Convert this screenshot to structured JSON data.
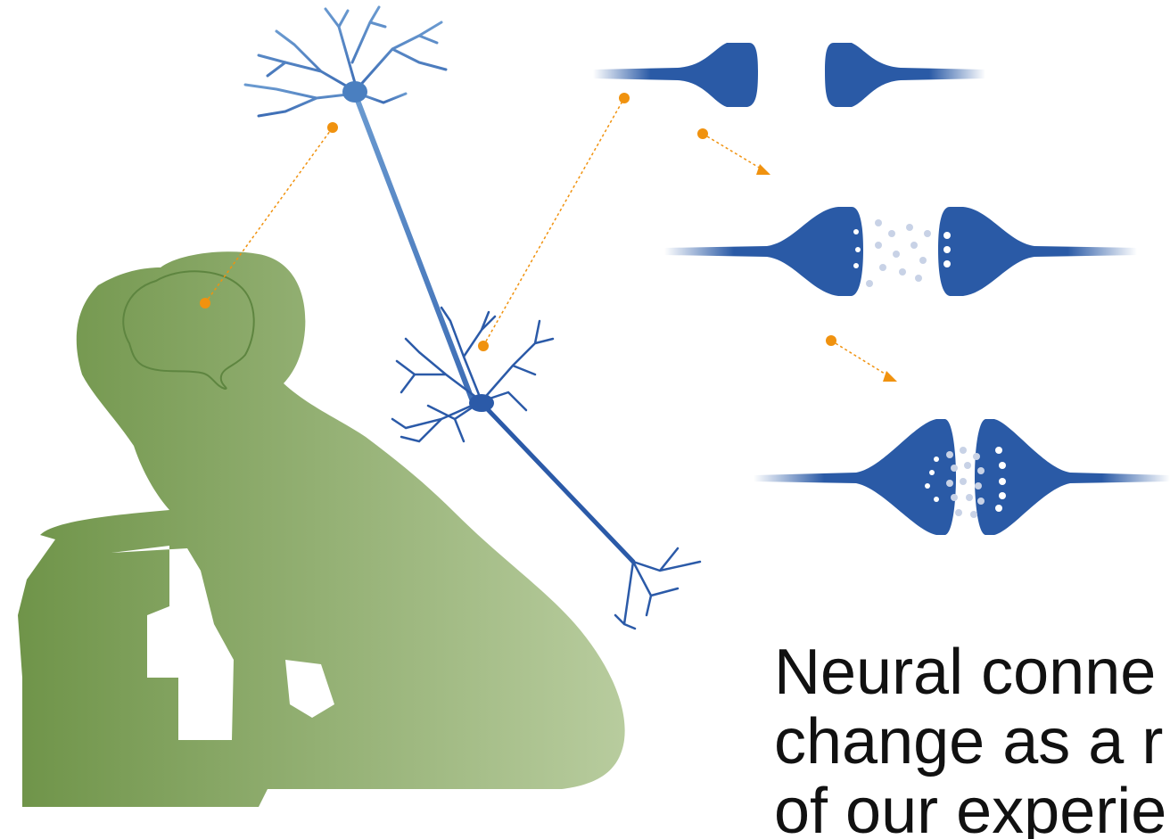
{
  "caption": {
    "line1": "Neural conne",
    "line2": "change as a r",
    "line3": "of our experie"
  },
  "colors": {
    "silhouette_dark": "#6f9449",
    "silhouette_light": "#b5c99b",
    "neuron_light": "#5b8fc9",
    "neuron_dark": "#2b5aa8",
    "synapse_blue": "#2a5aa6",
    "marker_orange": "#f0920f",
    "vesicle": "#c8d2e6"
  },
  "icons": {
    "silhouette": "toddler-silhouette-icon",
    "brain": "brain-outline-icon",
    "neuron_top": "pyramidal-neuron-icon",
    "neuron_bottom": "branching-neuron-icon",
    "synapse_1": "synapse-inactive-icon",
    "synapse_2": "synapse-firing-icon",
    "synapse_3": "synapse-strengthened-icon"
  }
}
